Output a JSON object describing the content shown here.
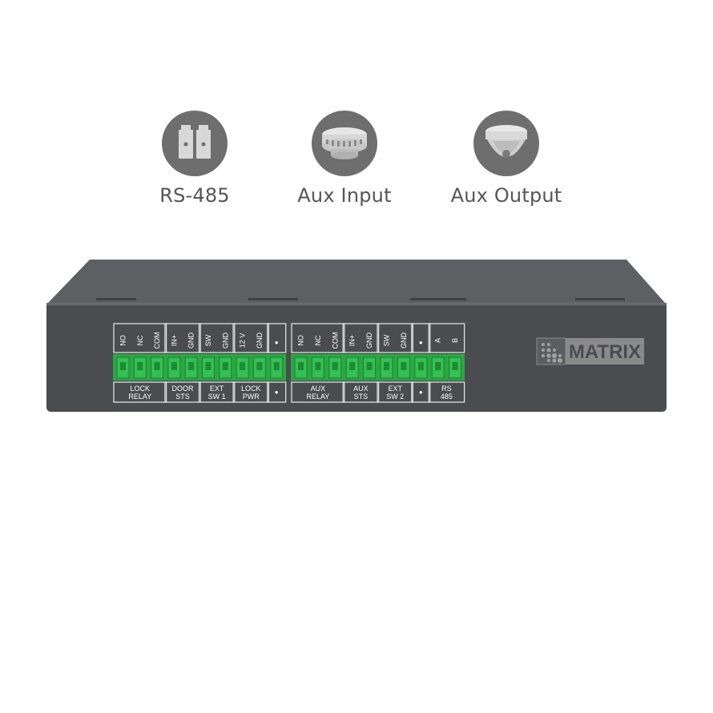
{
  "features": [
    {
      "label": "RS-485",
      "icon": "rs485-connector-icon"
    },
    {
      "label": "Aux Input",
      "icon": "smoke-detector-icon"
    },
    {
      "label": "Aux Output",
      "icon": "dome-camera-icon"
    }
  ],
  "device": {
    "brand": "MATRIX",
    "terminal_labels": [
      "NO",
      "NC",
      "COM",
      "IN+",
      "GND",
      "SW",
      "GND",
      "12 V",
      "GND",
      "•",
      "NO",
      "NC",
      "COM",
      "IN+",
      "GND",
      "SW",
      "GND",
      "•",
      "A",
      "B"
    ],
    "groups": [
      {
        "line1": "LOCK",
        "line2": "RELAY"
      },
      {
        "line1": "DOOR",
        "line2": "STS"
      },
      {
        "line1": "EXT",
        "line2": "SW 1"
      },
      {
        "line1": "LOCK",
        "line2": "PWR"
      },
      {
        "line1": "•",
        "line2": ""
      },
      {
        "line1": "AUX",
        "line2": "RELAY"
      },
      {
        "line1": "AUX",
        "line2": "STS"
      },
      {
        "line1": "EXT",
        "line2": "SW 2"
      },
      {
        "line1": "•",
        "line2": ""
      },
      {
        "line1": "RS",
        "line2": "485"
      }
    ],
    "colors": {
      "body": "#4a4b4e",
      "top": "#5d5e61",
      "terminal": "#2fb34a",
      "logo": "#8a8a8a"
    }
  }
}
